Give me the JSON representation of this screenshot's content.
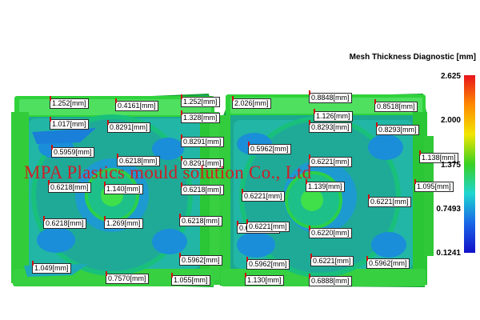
{
  "legend": {
    "title": "Mesh Thickness Diagnostic [mm]",
    "max": "2.625",
    "t2": "2.000",
    "t3": "1.375",
    "t4": "0.7493",
    "min": "0.1241",
    "colors": [
      "#e8141c",
      "#ff8a00",
      "#f2e600",
      "#38d022",
      "#1ed6d0",
      "#1a66e8",
      "#1010c8"
    ]
  },
  "watermark": "MPA Plastics mould solution Co., Ltd",
  "labels": {
    "l1": "1.252[mm]",
    "l2": "0.4161[mm]",
    "l3": "1.252[mm]",
    "l4": "1.328[mm]",
    "l5": "1.017[mm]",
    "l6": "0.8291[mm]",
    "l7": "0.8291[mm]",
    "l8": "0.5959[mm]",
    "l9": "0.6218[mm]",
    "l10": "0.8291[mm]",
    "l11": "0.6218[mm]",
    "l12": "1.140[mm]",
    "l13": "0.6218[mm]",
    "l14": "0.6218[mm]",
    "l15": "1.269[mm]",
    "l16": "0.6218[mm]",
    "l17": "0.5962[mm]",
    "l18": "1.049[mm]",
    "l19": "0.7570[mm]",
    "l20": "1.055[mm]",
    "r1": "2.026[mm]",
    "r2": "0.8848[mm]",
    "r3": "0.8518[mm]",
    "r4": "1.126[mm]",
    "r5": "0.8293[mm]",
    "r6": "0.8293[mm]",
    "r7": "0.5962[mm]",
    "r8": "0.6221[mm]",
    "r9": "1.138[mm]",
    "r10": "1.095[mm]",
    "r11": "0.6221[mm]",
    "r12": "1.139[mm]",
    "r13": "0.6221[mm]",
    "r14": "0.6221[mm]",
    "r15": "0.6221[mm]",
    "r16": "0.6220[mm]",
    "r17": "0.5962[mm]",
    "r18": "0.6221[mm]",
    "r19": "0.5962[mm]",
    "r20": "1.130[mm]",
    "r21": "0.6888[mm]"
  }
}
